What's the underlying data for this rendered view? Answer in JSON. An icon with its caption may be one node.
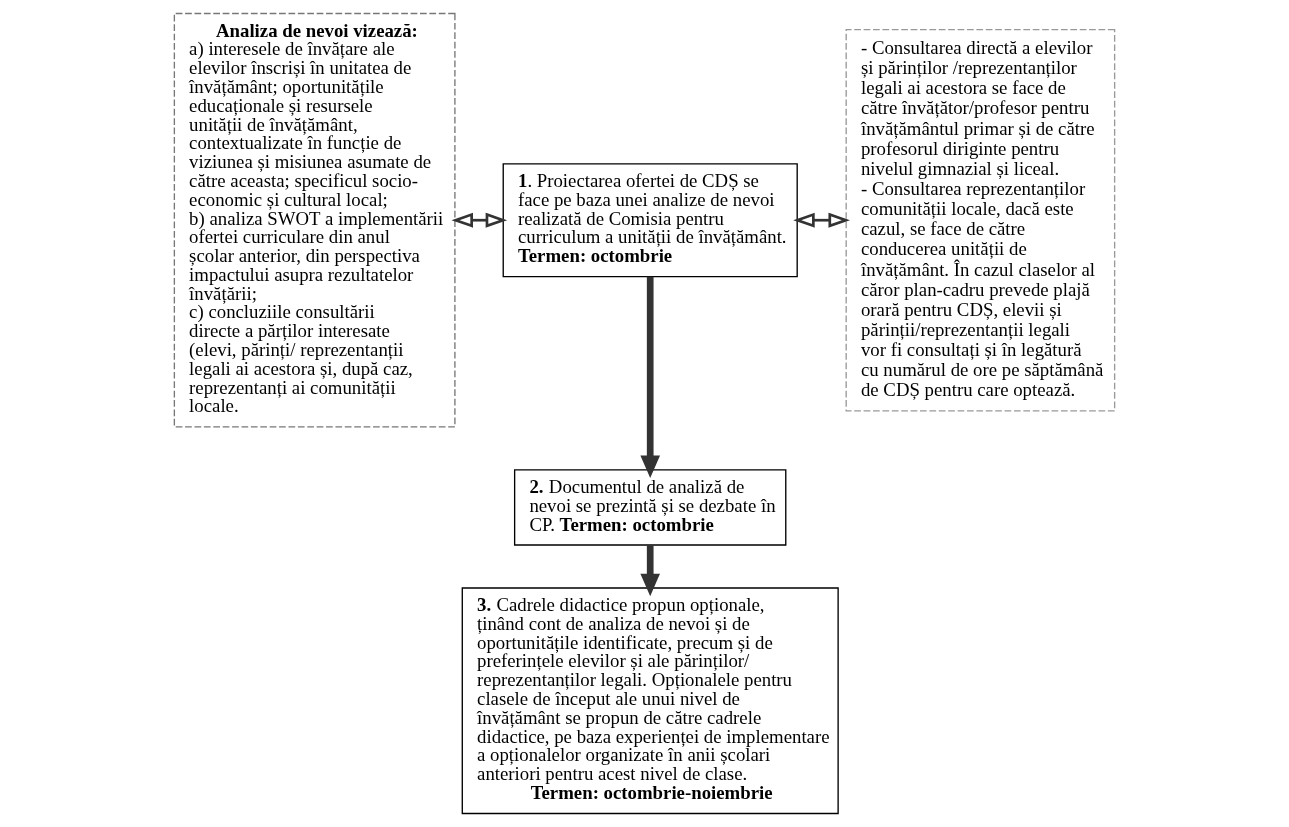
{
  "diagram": {
    "nodes": [
      {
        "text": [
          "Analiza de nevoi vizează:",
          "a) interesele de învățare ale elevilor înscriși în unitatea de învățământ; oportunitățile educaționale și resursele unității de învățământ, contextualizate în funcție de viziunea și misiunea asumate de către aceasta; specificul socio-economic și cultural local;",
          "b) analiza SWOT a implementării ofertei curriculare din anul școlar anterior, din perspectiva impactului asupra rezultatelor învățării;",
          "c) concluziile consultării directe a părților interesate (elevi, părinți/ reprezentanții legali ai acestora și, după caz, reprezentanți ai comunității locale."
        ]
      },
      {
        "text": [
          "**1**. Proiectarea ofertei de CDȘ se face pe baza unei analize de nevoi realizată de Comisia pentru curriculum a unității de învățământ. **Termen: octombrie**"
        ]
      },
      {
        "text": [
          "**2.** Documentul de analiză de nevoi se prezintă și se dezbate în CP. **Termen: octombrie**"
        ]
      },
      {
        "text": [
          "**3.** Cadrele didactice propun opționale, ținând cont de analiza de nevoi și de oportunitățile identificate, precum și de preferințele elevilor și ale părinților/ reprezentanților legali. Opționalele pentru clasele de început ale unui nivel de învățământ se propun de către cadrele didactice, pe baza experienței de implementare a opționalelor organizate în anii școlari anteriori pentru acest nivel de clase.",
          "**Termen: octombrie-noiembrie**"
        ]
      },
      {
        "text": [
          "- Consultarea directă a elevilor și părinților /reprezentanților legali ai acestora se face de către învățător/profesor pentru învățământul primar și de către profesorul diriginte pentru nivelul gimnazial și liceal.",
          "- Consultarea reprezentanților comunității locale, dacă este cazul, se face de către conducerea unității de învățământ. În cazul claselor al căror plan-cadru prevede plajă orară pentru CDȘ, elevii și părinții/reprezentanții legali vor fi consultați și în legătură cu numărul de ore pe săptămână de CDȘ pentru care optează."
        ]
      }
    ],
    "edges": [
      {
        "from": 0,
        "to": 1,
        "arrow": "both"
      },
      {
        "from": 1,
        "to": 2,
        "arrow": "to",
        "style": "thick"
      },
      {
        "from": 2,
        "to": 3,
        "arrow": "to",
        "style": "thick"
      },
      {
        "from": 1,
        "to": 4,
        "arrow": "both"
      }
    ]
  }
}
